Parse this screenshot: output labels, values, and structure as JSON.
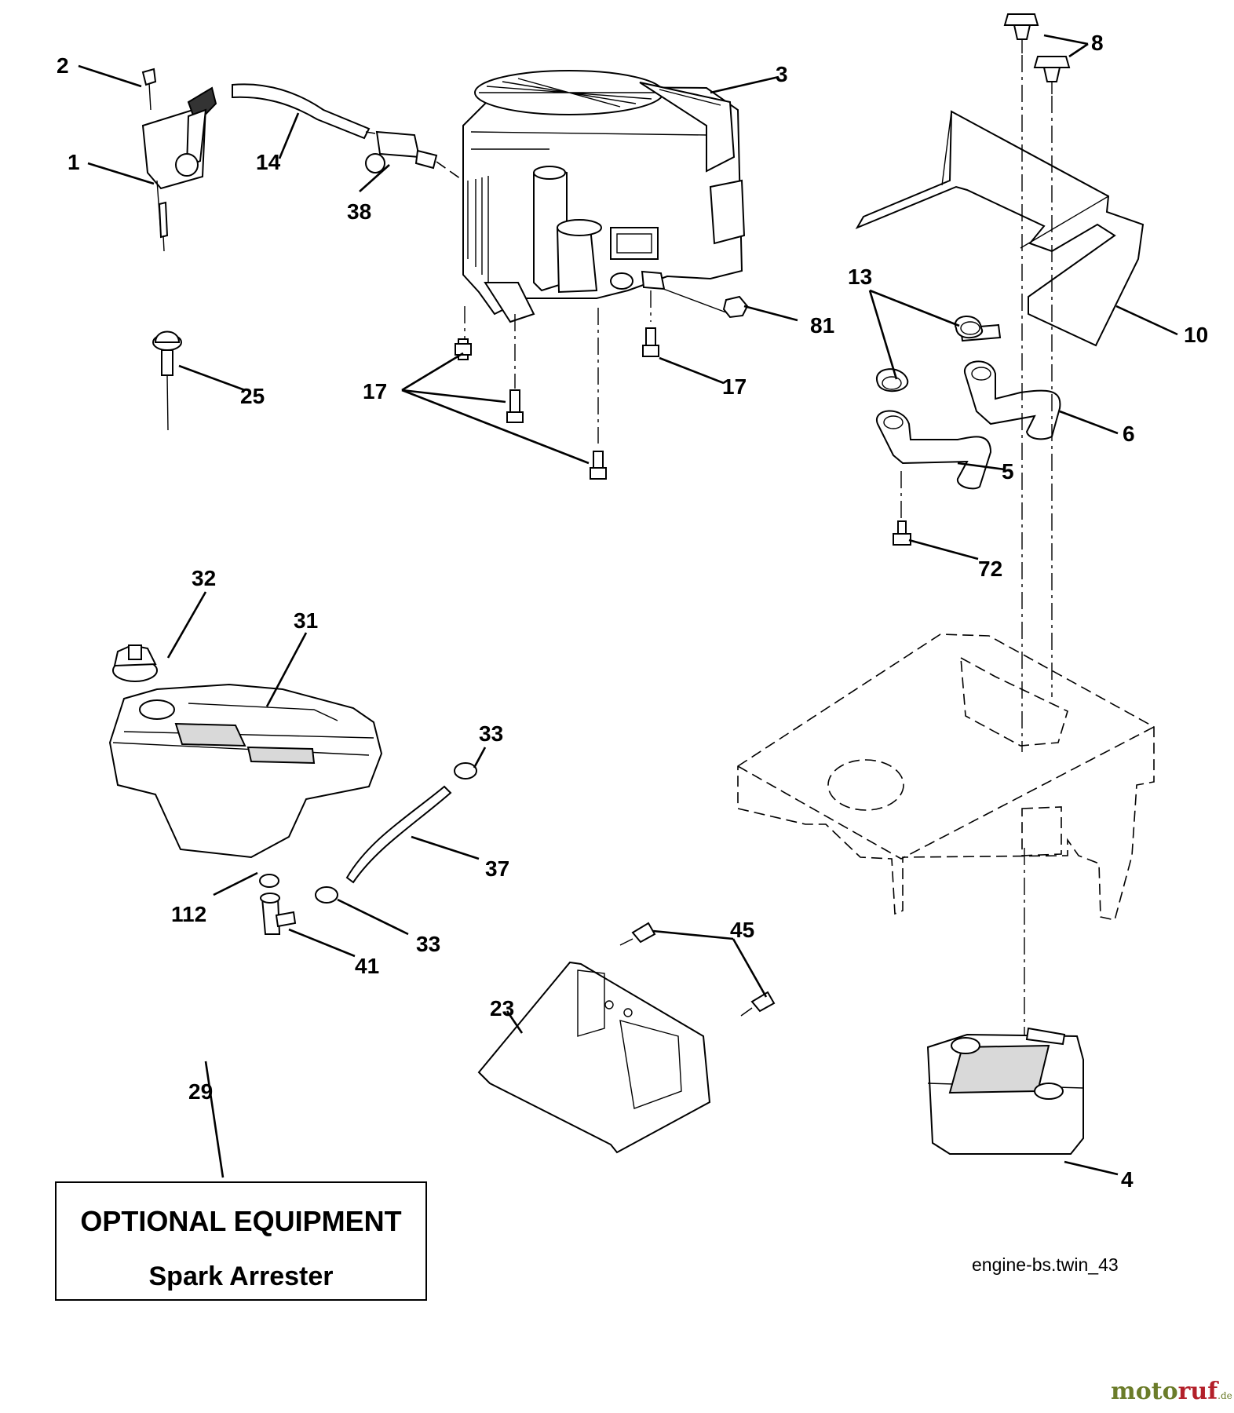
{
  "labels": {
    "p1": "1",
    "p2": "2",
    "p3": "3",
    "p4": "4",
    "p5": "5",
    "p6": "6",
    "p8": "8",
    "p10": "10",
    "p13": "13",
    "p14": "14",
    "p17": "17",
    "p23": "23",
    "p25": "25",
    "p29": "29",
    "p31": "31",
    "p32": "32",
    "p33": "33",
    "p37": "37",
    "p38": "38",
    "p41": "41",
    "p45": "45",
    "p72": "72",
    "p81": "81",
    "p112": "112"
  },
  "optional_box": {
    "title": "OPTIONAL EQUIPMENT",
    "subtitle": "Spark Arrester"
  },
  "figure_code": "engine-bs.twin_43",
  "watermark": {
    "part1": "moto",
    "part2": "ruf",
    "suffix": ".de"
  },
  "colors": {
    "watermark_green": "#6b7c2a",
    "watermark_red": "#b3202a"
  }
}
